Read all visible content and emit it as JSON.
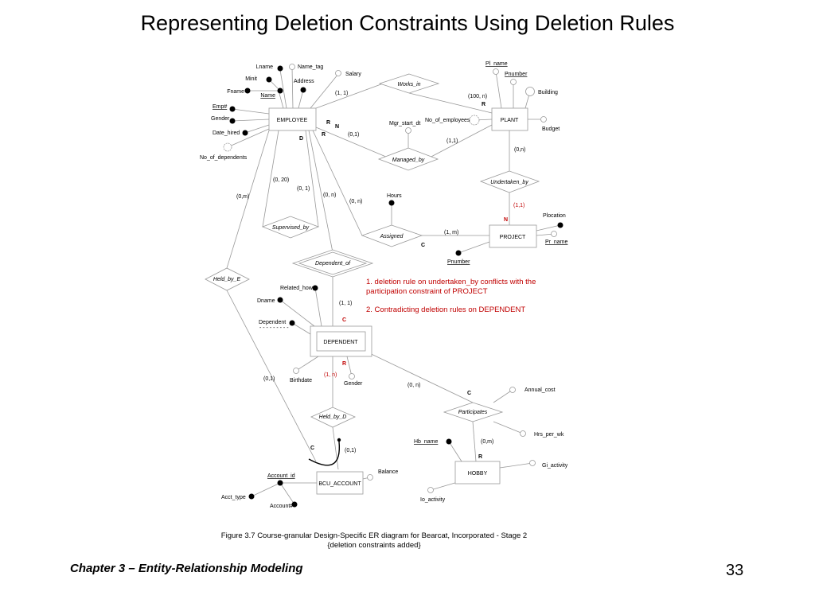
{
  "slide": {
    "title": "Representing Deletion Constraints Using Deletion Rules",
    "footer_chapter": "Chapter 3 – Entity-Relationship Modeling",
    "page_number": "33"
  },
  "caption": {
    "line1": "Figure 3.7  Course-granular Design-Specific ER diagram for Bearcat, Incorporated   - Stage 2",
    "line2": "{deletion constraints added}"
  },
  "notes": {
    "note1_line1": "1. deletion rule on undertaken_by conflicts with the",
    "note1_line2": "participation constraint of PROJECT",
    "note2": "2. Contradicting deletion rules on DEPENDENT"
  },
  "entities": {
    "employee": "EMPLOYEE",
    "plant": "PLANT",
    "project": "PROJECT",
    "dependent": "DEPENDENT",
    "hobby": "HOBBY",
    "bcu_account": "BCU_ACCOUNT"
  },
  "relationships": {
    "works_in": "Works_in",
    "managed_by": "Managed_by",
    "undertaken_by": "Undertaken_by",
    "assigned": "Assigned",
    "supervised_by": "Supervised_by",
    "dependent_of": "Dependent_of",
    "held_by_e": "Held_by_E",
    "held_by_d": "Held_by_D",
    "participates": "Participates"
  },
  "attributes": {
    "lname": "Lname",
    "name_tag": "Name_tag",
    "minit": "Minit",
    "address": "Address",
    "salary": "Salary",
    "fname": "Fname",
    "name": "Name",
    "empno": "Emp#",
    "gender": "Gender",
    "date_hired": "Date_hired",
    "no_of_dependents": "No_of_dependents",
    "pl_name": "Pl_name",
    "pnumber_plant": "Pnumber",
    "building": "Building",
    "no_of_employees": "No_of_employees",
    "budget": "Budget",
    "mgr_start_dt": "Mgr_start_dt",
    "hours": "Hours",
    "plocation": "Plocation",
    "pr_name": "Pr_name",
    "pnumber_project": "Pnumber",
    "related_how": "Related_how",
    "dname": "Dname",
    "dependent": "Dependent",
    "birthdate": "Birthdate",
    "gender_dep": "Gender",
    "annual_cost": "Annual_cost",
    "hrs_per_wk": "Hrs_per_wk",
    "hb_name": "Hb_name",
    "gi_activity": "Gi_activity",
    "io_activity": "Io_activity",
    "account_id": "Account_id",
    "balance": "Balance",
    "acct_type": "Acct_type",
    "accountno": "Account#"
  },
  "cardinalities": {
    "emp_works_in": "(1, 1)",
    "plant_works_in": "(100, n)",
    "emp_managed_by": "(0,1)",
    "plant_managed_by": "(1,1)",
    "plant_undertaken": "(0,n)",
    "project_undertaken": "(1,1)",
    "emp_supervised_1": "(0, 20)",
    "emp_supervised_2": "(0, 1)",
    "emp_held_by_e": "(0,m)",
    "emp_dependent_of": "(0, n)",
    "emp_assigned": "(0, n)",
    "project_assigned": "(1, m)",
    "dependent_dependent_of": "(1, 1)",
    "dependent_held_by_d": "(1, n)",
    "dependent_participates": "(0, n)",
    "account_held_by_e": "(0,1)",
    "account_held_by_d": "(0,1)",
    "hobby_participates": "(0,m)"
  },
  "deletion_rules": {
    "works_in_emp": "R",
    "works_in_plant": "R",
    "managed_emp_n": "N",
    "managed_emp_r": "R",
    "supervised_d": "D",
    "undertaken_n": "N",
    "assigned_c": "C",
    "dependent_c": "C",
    "dependent_r": "R",
    "participates_c": "C",
    "hobby_r": "R",
    "account_c": "C"
  }
}
